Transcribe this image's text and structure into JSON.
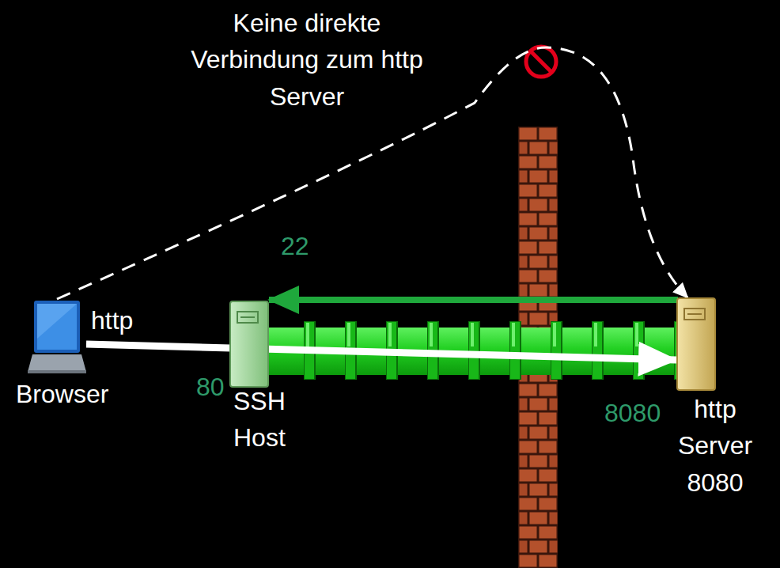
{
  "diagram": {
    "nodes": [
      {
        "text": [
          "Browser"
        ]
      },
      {
        "text": [
          "SSH Host"
        ]
      },
      {
        "text": [
          "http Server 8080"
        ]
      }
    ],
    "edges": [
      {
        "from": 0,
        "to": 2,
        "label": "http",
        "arrow": "to"
      },
      {
        "from": 2,
        "to": 1,
        "label": "22",
        "arrow": "to"
      },
      {
        "from": 0,
        "to": 2,
        "label": "Keine direkte Verbindung zum http Server",
        "arrow": "to"
      }
    ],
    "labels": [
      "80",
      "8080"
    ]
  }
}
